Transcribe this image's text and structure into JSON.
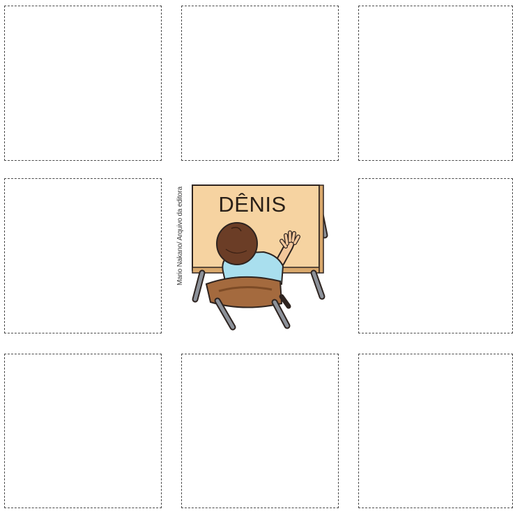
{
  "cards": {
    "row1": [
      "",
      "",
      ""
    ],
    "row2_left": "",
    "row2_right": "",
    "row3": [
      "",
      "",
      ""
    ]
  },
  "center_card": {
    "name": "DÊNIS",
    "credit": "Mario Nakano/ Arquivo da editora"
  },
  "colors": {
    "desk_top": "#f6d3a1",
    "desk_outline": "#2e2420",
    "hair": "#6b3d26",
    "shirt": "#a9dfee",
    "skin": "#f3c79b",
    "chair_seat": "#a46a3e",
    "metal": "#8c9199",
    "dashed_border": "#4a4a4a"
  },
  "icons": [
    "student-at-desk-illustration"
  ]
}
